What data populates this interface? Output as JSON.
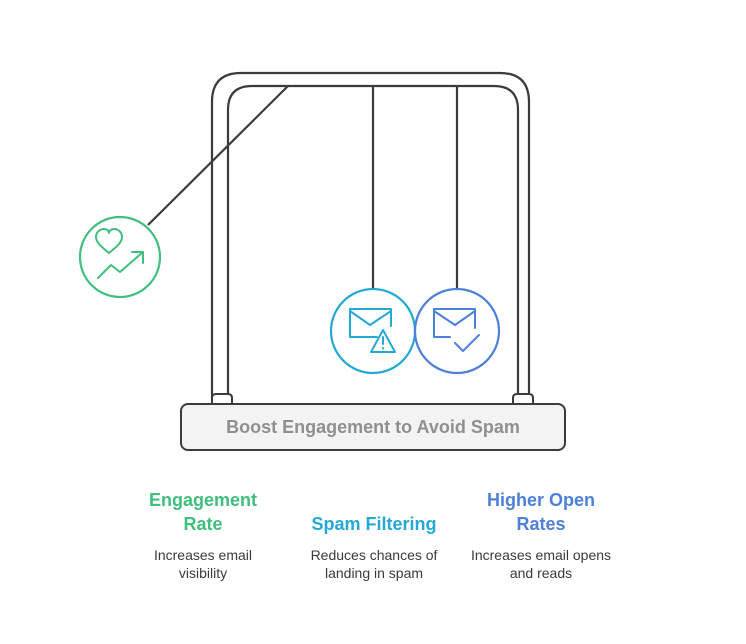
{
  "diagram": {
    "base_label": "Boost Engagement to Avoid Spam",
    "items": [
      {
        "title": "Engagement Rate",
        "description": "Increases email visibility",
        "icon": "heart-trend-up-icon",
        "color": "#3fbe7d"
      },
      {
        "title": "Spam Filtering",
        "description": "Reduces chances of landing in spam",
        "icon": "mail-warning-icon",
        "color": "#24a9d6"
      },
      {
        "title": "Higher Open Rates",
        "description": "Increases email opens and reads",
        "icon": "mail-check-icon",
        "color": "#4d80d9"
      }
    ]
  }
}
